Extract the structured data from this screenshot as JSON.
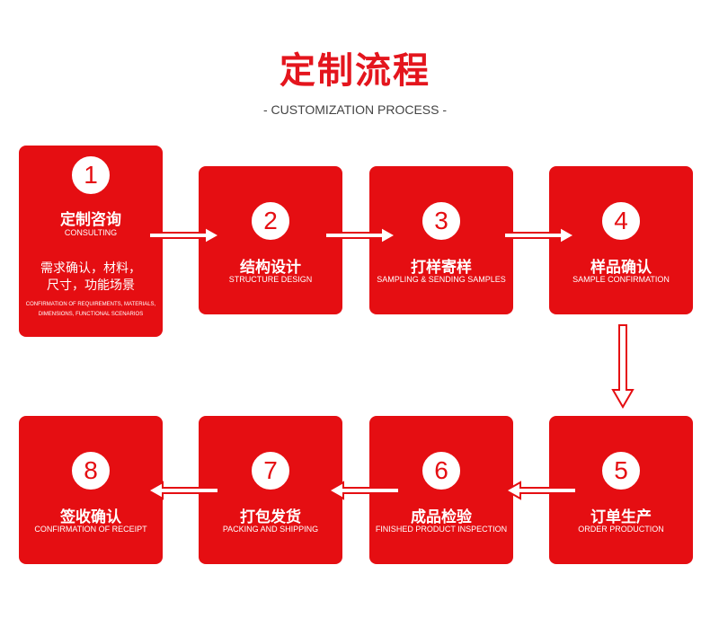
{
  "header": {
    "title": "定制流程",
    "subtitle": "- CUSTOMIZATION PROCESS -"
  },
  "steps": [
    {
      "num": "1",
      "title": "定制咨询",
      "subtitle": "CONSULTING",
      "desc_line1": "需求确认，材料，",
      "desc_line2": "尺寸，功能场景",
      "desc_en_line1": "CONFIRMATION OF REQUIREMENTS, MATERIALS,",
      "desc_en_line2": "DIMENSIONS, FUNCTIONAL SCENARIOS"
    },
    {
      "num": "2",
      "title": "结构设计",
      "subtitle": "STRUCTURE DESIGN"
    },
    {
      "num": "3",
      "title": "打样寄样",
      "subtitle": "SAMPLING & SENDING SAMPLES"
    },
    {
      "num": "4",
      "title": "样品确认",
      "subtitle": "SAMPLE CONFIRMATION"
    },
    {
      "num": "5",
      "title": "订单生产",
      "subtitle": "ORDER PRODUCTION"
    },
    {
      "num": "6",
      "title": "成品检验",
      "subtitle": "FINISHED PRODUCT INSPECTION"
    },
    {
      "num": "7",
      "title": "打包发货",
      "subtitle": "PACKING AND SHIPPING"
    },
    {
      "num": "8",
      "title": "签收确认",
      "subtitle": "CONFIRMATION OF RECEIPT"
    }
  ],
  "colors": {
    "accent": "#e50e12",
    "title": "#e4151d"
  }
}
